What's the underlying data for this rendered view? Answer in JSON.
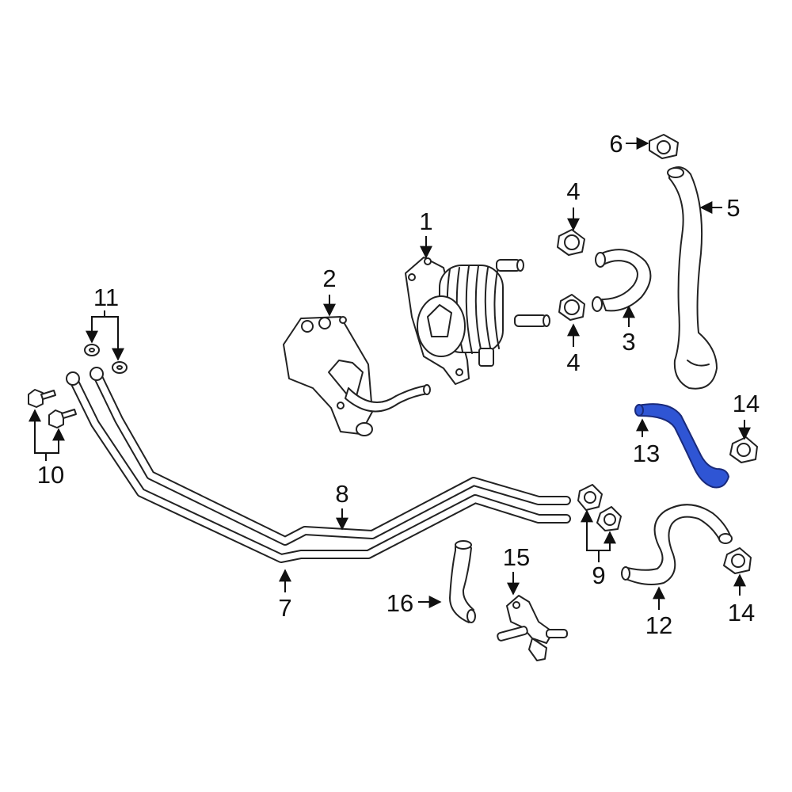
{
  "callouts": [
    "1",
    "2",
    "3",
    "4",
    "4",
    "5",
    "6",
    "7",
    "8",
    "9",
    "10",
    "11",
    "12",
    "13",
    "14",
    "14",
    "15",
    "16"
  ],
  "colors": {
    "highlight": "#2f55d4",
    "line": "#222222",
    "background": "#ffffff"
  }
}
